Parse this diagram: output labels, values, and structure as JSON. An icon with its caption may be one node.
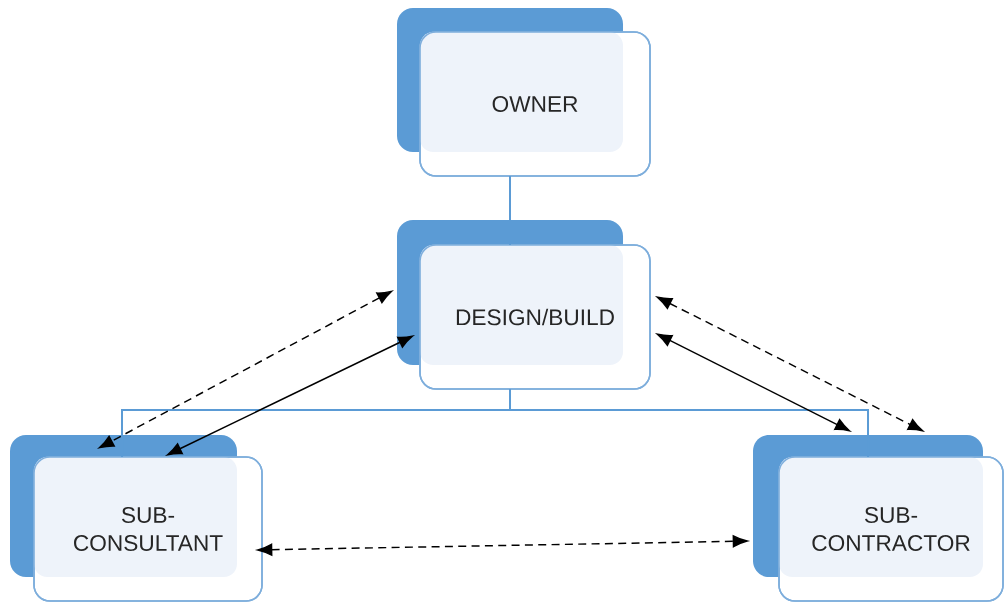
{
  "diagram": {
    "nodes": [
      {
        "text": [
          "OWNER"
        ]
      },
      {
        "text": [
          "DESIGN/BUILD"
        ]
      },
      {
        "text": [
          "SUB- CONSULTANT"
        ]
      },
      {
        "text": [
          "SUB- CONTRACTOR"
        ]
      }
    ],
    "edges": [
      {
        "from": 0,
        "to": 1,
        "arrow": "none",
        "color": "#5b9bd5"
      },
      {
        "from": 1,
        "to": 2,
        "arrow": "none",
        "color": "#5b9bd5"
      },
      {
        "from": 1,
        "to": 3,
        "arrow": "none",
        "color": "#5b9bd5"
      },
      {
        "from": 1,
        "to": 2,
        "arrow": "both",
        "style": "dashed"
      },
      {
        "from": 1,
        "to": 2,
        "arrow": "both"
      },
      {
        "from": 1,
        "to": 3,
        "arrow": "both"
      },
      {
        "from": 1,
        "to": 3,
        "arrow": "both",
        "style": "dashed"
      },
      {
        "from": 2,
        "to": 3,
        "arrow": "both",
        "style": "dashed"
      }
    ]
  }
}
